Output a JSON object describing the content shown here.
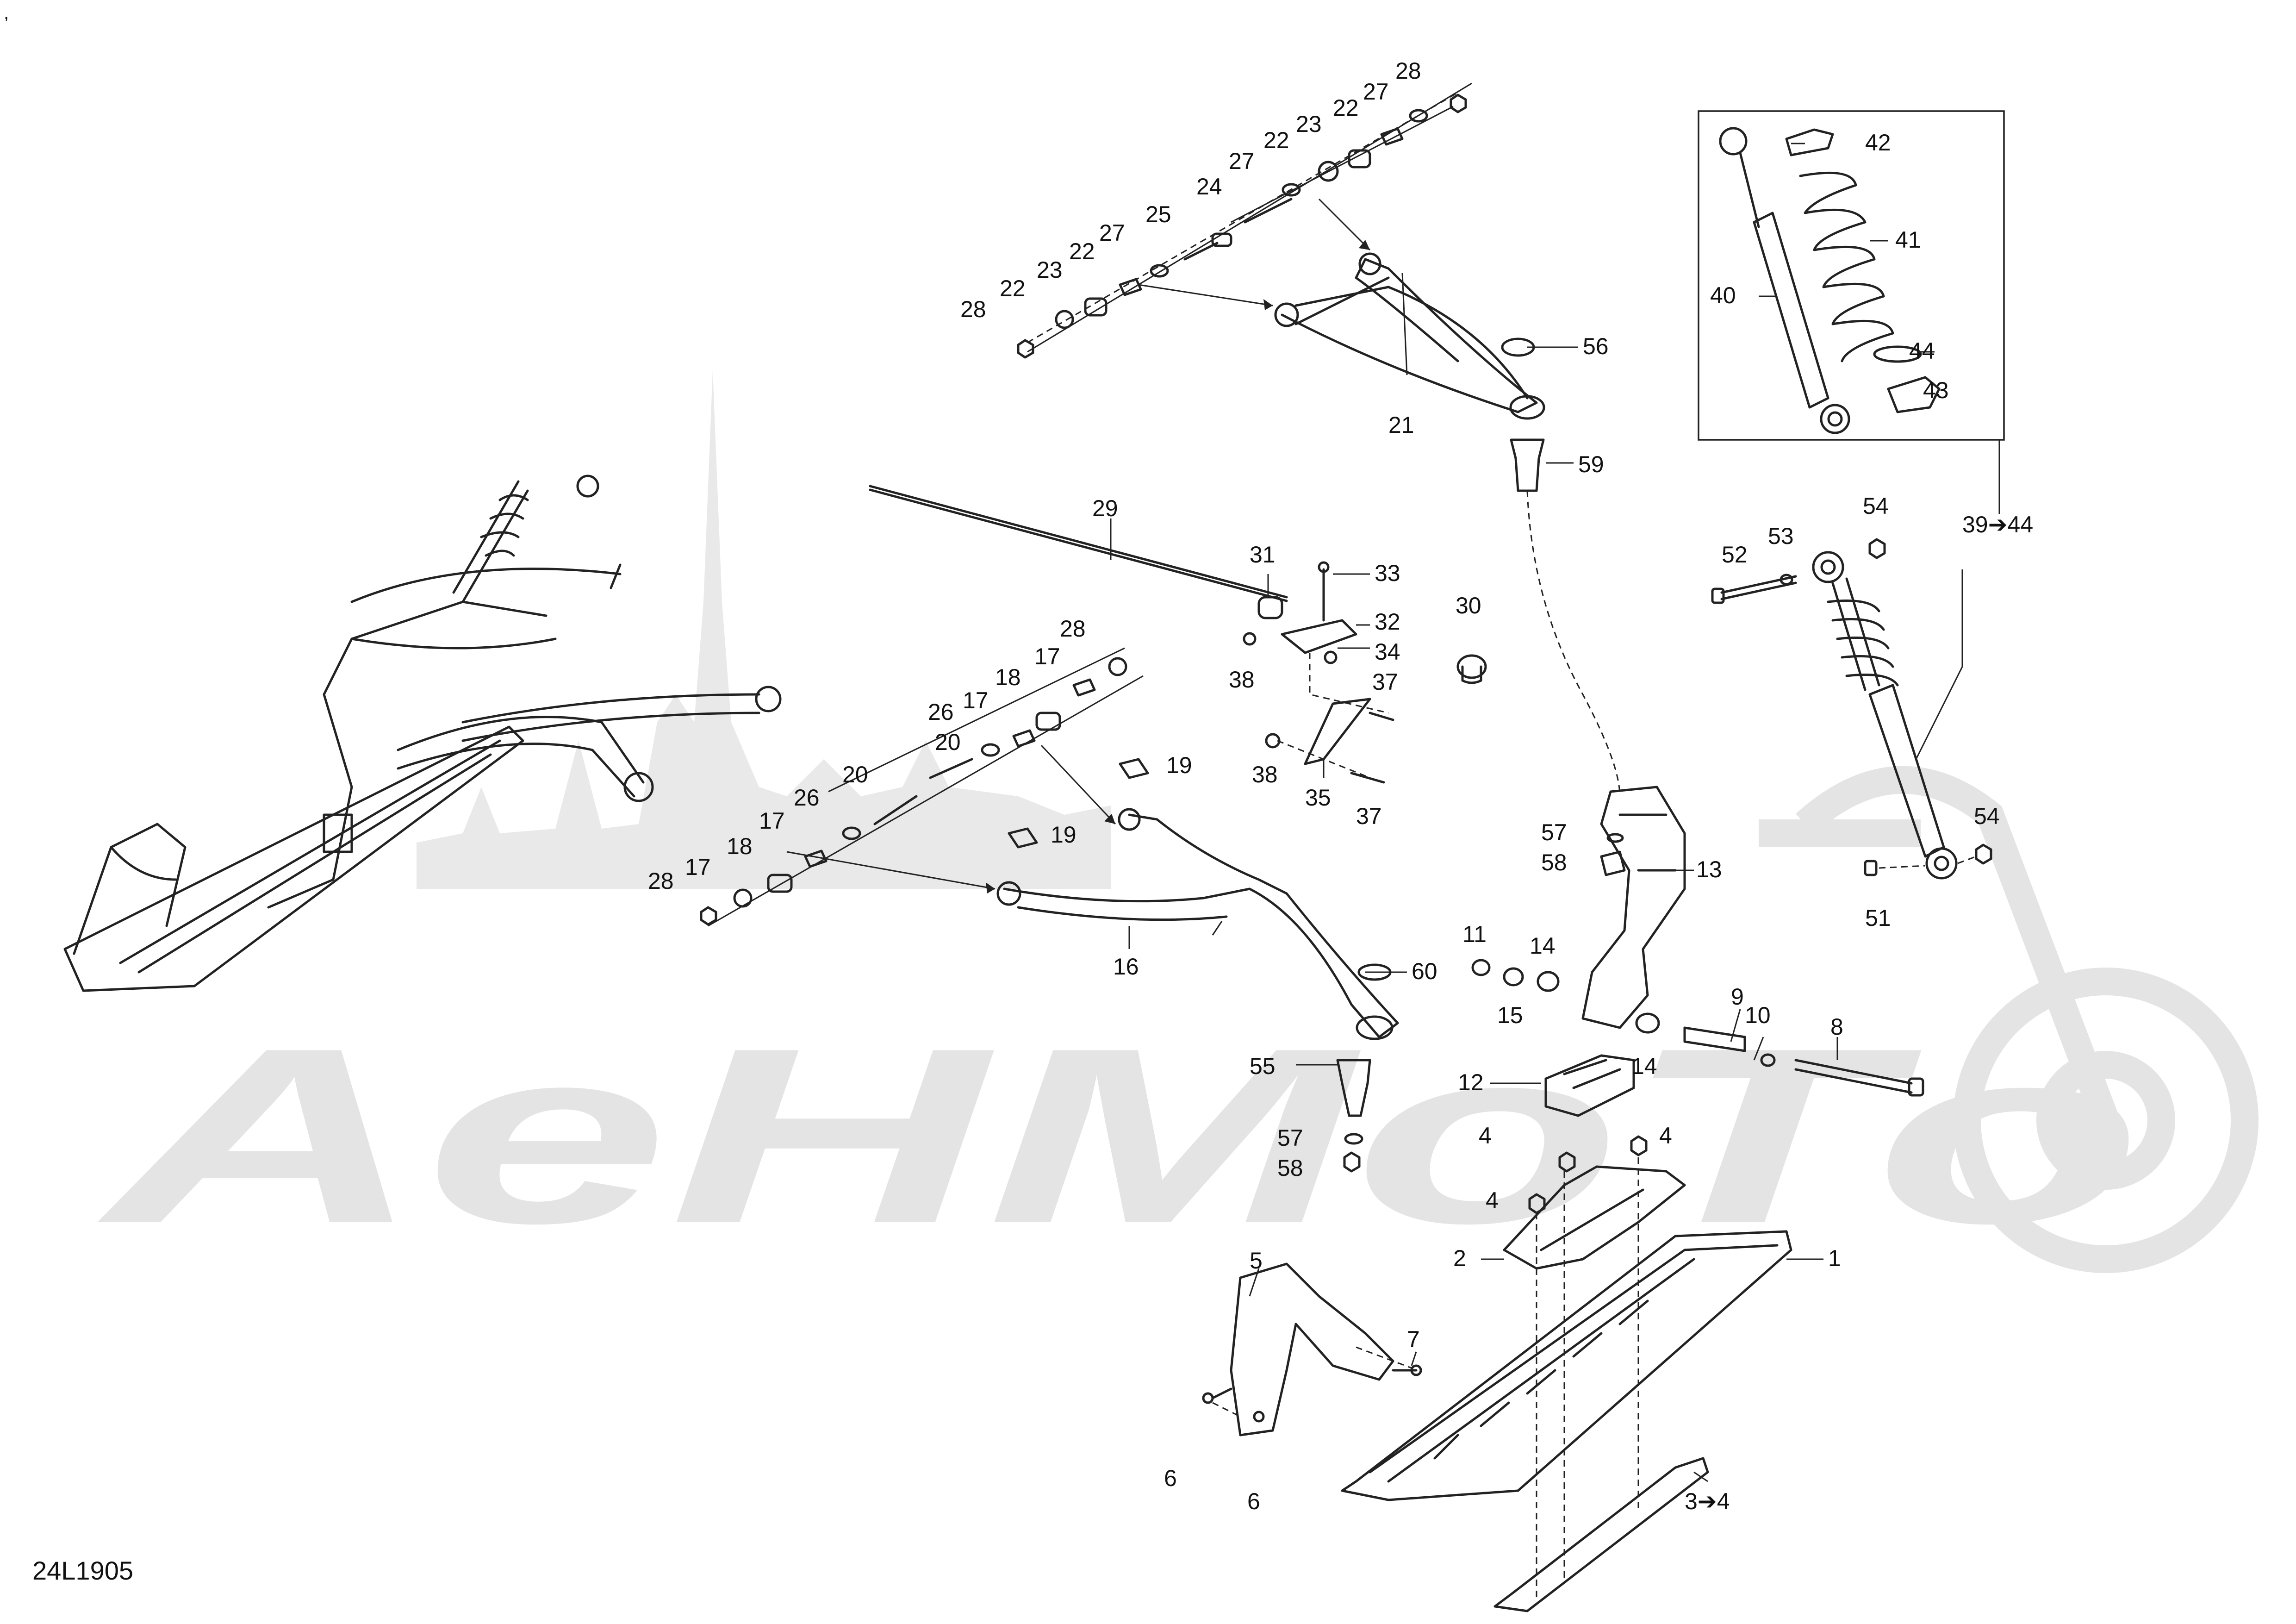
{
  "corner_mark": ",",
  "diagram_code": "24L1905",
  "watermark": "AeHMoTo",
  "inset_range_label": "39➔44",
  "callouts": [
    {
      "id": "c1",
      "text": "1"
    },
    {
      "id": "c2",
      "text": "2"
    },
    {
      "id": "c3",
      "text": "3➔4"
    },
    {
      "id": "c4a",
      "text": "4"
    },
    {
      "id": "c4b",
      "text": "4"
    },
    {
      "id": "c4c",
      "text": "4"
    },
    {
      "id": "c5",
      "text": "5"
    },
    {
      "id": "c6a",
      "text": "6"
    },
    {
      "id": "c6b",
      "text": "6"
    },
    {
      "id": "c7",
      "text": "7"
    },
    {
      "id": "c8",
      "text": "8"
    },
    {
      "id": "c9",
      "text": "9"
    },
    {
      "id": "c10",
      "text": "10"
    },
    {
      "id": "c11",
      "text": "11"
    },
    {
      "id": "c12",
      "text": "12"
    },
    {
      "id": "c13",
      "text": "13"
    },
    {
      "id": "c14a",
      "text": "14"
    },
    {
      "id": "c14b",
      "text": "14"
    },
    {
      "id": "c15",
      "text": "15"
    },
    {
      "id": "c16",
      "text": "16"
    },
    {
      "id": "c17a",
      "text": "17"
    },
    {
      "id": "c17b",
      "text": "17"
    },
    {
      "id": "c17c",
      "text": "17"
    },
    {
      "id": "c17d",
      "text": "17"
    },
    {
      "id": "c18a",
      "text": "18"
    },
    {
      "id": "c18b",
      "text": "18"
    },
    {
      "id": "c19a",
      "text": "19"
    },
    {
      "id": "c19b",
      "text": "19"
    },
    {
      "id": "c20a",
      "text": "20"
    },
    {
      "id": "c20b",
      "text": "20"
    },
    {
      "id": "c21",
      "text": "21"
    },
    {
      "id": "c22a",
      "text": "22"
    },
    {
      "id": "c22b",
      "text": "22"
    },
    {
      "id": "c22c",
      "text": "22"
    },
    {
      "id": "c22d",
      "text": "22"
    },
    {
      "id": "c23a",
      "text": "23"
    },
    {
      "id": "c23b",
      "text": "23"
    },
    {
      "id": "c24",
      "text": "24"
    },
    {
      "id": "c25",
      "text": "25"
    },
    {
      "id": "c26a",
      "text": "26"
    },
    {
      "id": "c26b",
      "text": "26"
    },
    {
      "id": "c27a",
      "text": "27"
    },
    {
      "id": "c27b",
      "text": "27"
    },
    {
      "id": "c27c",
      "text": "27"
    },
    {
      "id": "c28a",
      "text": "28"
    },
    {
      "id": "c28b",
      "text": "28"
    },
    {
      "id": "c28c",
      "text": "28"
    },
    {
      "id": "c28d",
      "text": "28"
    },
    {
      "id": "c29",
      "text": "29"
    },
    {
      "id": "c30",
      "text": "30"
    },
    {
      "id": "c31",
      "text": "31"
    },
    {
      "id": "c32",
      "text": "32"
    },
    {
      "id": "c33",
      "text": "33"
    },
    {
      "id": "c34",
      "text": "34"
    },
    {
      "id": "c35",
      "text": "35"
    },
    {
      "id": "c37a",
      "text": "37"
    },
    {
      "id": "c37b",
      "text": "37"
    },
    {
      "id": "c38a",
      "text": "38"
    },
    {
      "id": "c38b",
      "text": "38"
    },
    {
      "id": "c40",
      "text": "40"
    },
    {
      "id": "c41",
      "text": "41"
    },
    {
      "id": "c42",
      "text": "42"
    },
    {
      "id": "c43",
      "text": "43"
    },
    {
      "id": "c44",
      "text": "44"
    },
    {
      "id": "c51",
      "text": "51"
    },
    {
      "id": "c52",
      "text": "52"
    },
    {
      "id": "c53",
      "text": "53"
    },
    {
      "id": "c54a",
      "text": "54"
    },
    {
      "id": "c54b",
      "text": "54"
    },
    {
      "id": "c55",
      "text": "55"
    },
    {
      "id": "c56",
      "text": "56"
    },
    {
      "id": "c57a",
      "text": "57"
    },
    {
      "id": "c57b",
      "text": "57"
    },
    {
      "id": "c58a",
      "text": "58"
    },
    {
      "id": "c58b",
      "text": "58"
    },
    {
      "id": "c59",
      "text": "59"
    },
    {
      "id": "c60",
      "text": "60"
    }
  ]
}
